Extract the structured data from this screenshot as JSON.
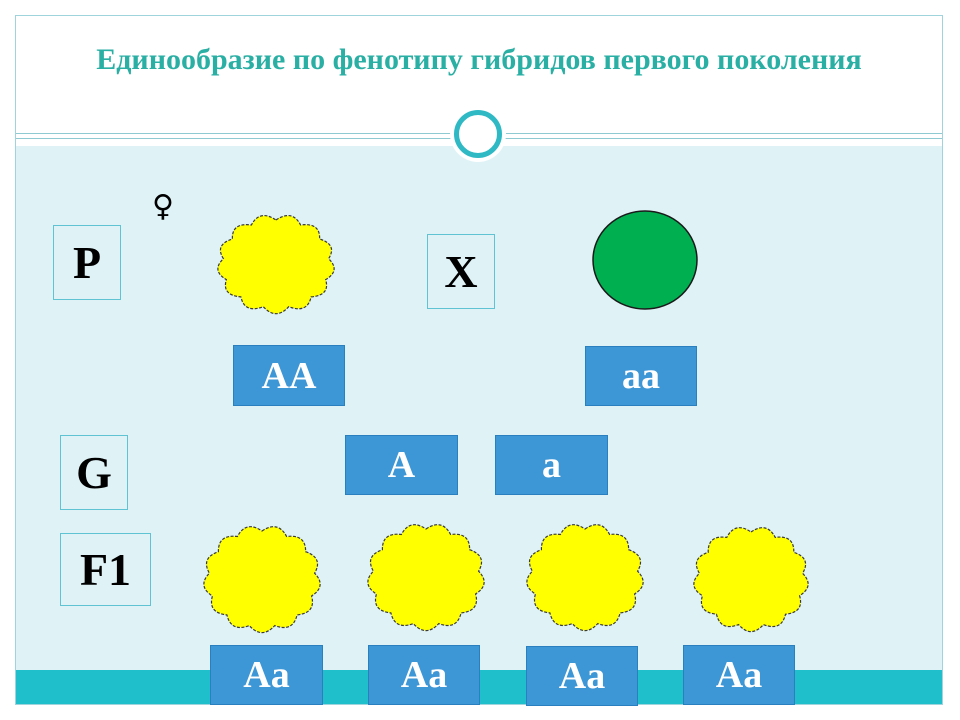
{
  "title": "Единообразие по фенотипу гибридов первого поколения",
  "female_symbol": "♀",
  "row_labels": {
    "p": "P",
    "cross": "X",
    "g": "G",
    "f1": "F1"
  },
  "parents": {
    "mother": {
      "genotype": "AA",
      "phenotype": "yellow-wrinkled-seed",
      "color": "#ffff00"
    },
    "father": {
      "genotype": "aa",
      "phenotype": "green-smooth-seed",
      "color": "#00b050"
    }
  },
  "gametes": [
    "A",
    "a"
  ],
  "f1": [
    {
      "genotype": "Aa",
      "phenotype": "yellow-wrinkled-seed",
      "color": "#ffff00"
    },
    {
      "genotype": "Aa",
      "phenotype": "yellow-wrinkled-seed",
      "color": "#ffff00"
    },
    {
      "genotype": "Aa",
      "phenotype": "yellow-wrinkled-seed",
      "color": "#ffff00"
    },
    {
      "genotype": "Aa",
      "phenotype": "yellow-wrinkled-seed",
      "color": "#ffff00"
    }
  ],
  "colors": {
    "title": "#2aafa4",
    "content_background": "#dff3f7",
    "genotype_box": "#3d96d6",
    "bottom_bar": "#1fbfcc",
    "ring": "#2fb9c4"
  }
}
